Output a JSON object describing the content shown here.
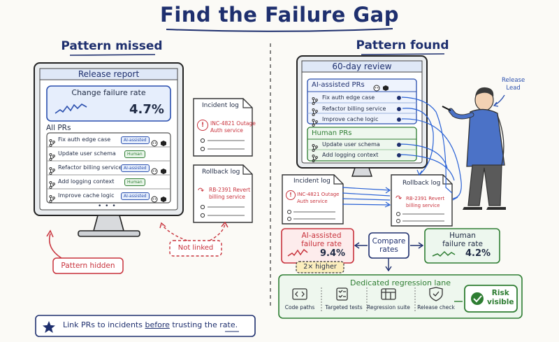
{
  "title": "Find the Failure Gap",
  "left": {
    "heading": "Pattern missed",
    "screen_title": "Release report",
    "metric_label": "Change failure rate",
    "metric_value": "4.7%",
    "list_title": "All PRs",
    "prs": [
      {
        "name": "Fix auth edge case",
        "tag": "AI-assisted"
      },
      {
        "name": "Update user schema",
        "tag": "Human"
      },
      {
        "name": "Refactor billing service",
        "tag": "AI-assisted"
      },
      {
        "name": "Add logging context",
        "tag": "Human"
      },
      {
        "name": "Improve cache logic",
        "tag": "AI-assisted"
      }
    ],
    "more": "• • •",
    "incident_log": {
      "title": "Incident log",
      "entry": "INC-4821 Outage\nAuth service"
    },
    "rollback_log": {
      "title": "Rollback log",
      "entry": "RB-2391 Revert\nbilling service"
    },
    "not_linked": "Not linked",
    "pattern_hidden": "Pattern hidden"
  },
  "right": {
    "heading": "Pattern found",
    "screen_title": "60-day review",
    "ai_group": {
      "title": "AI-assisted PRs",
      "items": [
        "Fix auth edge case",
        "Refactor billing service",
        "Improve cache logic"
      ]
    },
    "human_group": {
      "title": "Human PRs",
      "items": [
        "Update user schema",
        "Add logging context"
      ]
    },
    "person_label": "Release\nLead",
    "incident_log": {
      "title": "Incident log",
      "entry": "INC-4821 Outage\nAuth service"
    },
    "rollback_log": {
      "title": "Rollback log",
      "entry": "RB-2391 Revert\nbilling service"
    },
    "ai_rate": {
      "label": "AI-assisted\nfailure rate",
      "value": "9.4%"
    },
    "compare": "Compare\nrates",
    "human_rate": {
      "label": "Human\nfailure rate",
      "value": "4.2%"
    },
    "higher": "2× higher",
    "lane": {
      "title": "Dedicated regression lane",
      "steps": [
        "Code paths",
        "Targeted tests",
        "Regression suite",
        "Release check"
      ],
      "risk": "Risk\nvisible"
    }
  },
  "footer": {
    "pre": "Link PRs to incidents ",
    "em": "before",
    "post": " trusting the rate."
  },
  "colors": {
    "navy": "#1e2f6e",
    "blue": "#2a62d6",
    "red": "#c8323c",
    "green": "#2e7d32"
  }
}
